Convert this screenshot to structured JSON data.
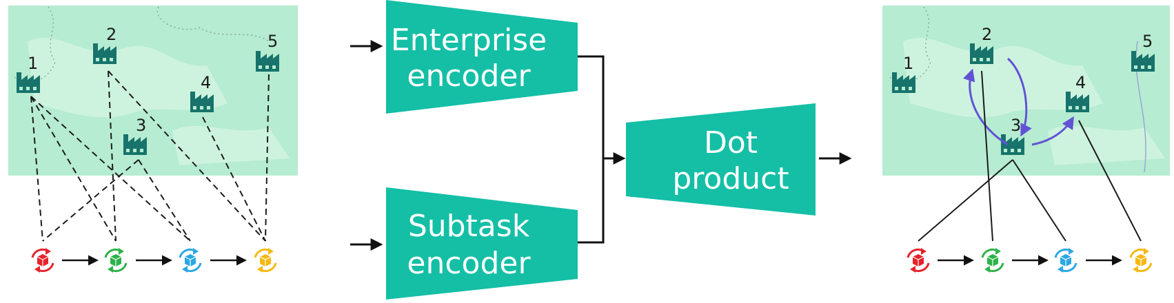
{
  "left_panel": {
    "factories": [
      {
        "label": "1"
      },
      {
        "label": "2"
      },
      {
        "label": "3"
      },
      {
        "label": "4"
      },
      {
        "label": "5"
      }
    ],
    "tasks": [
      {
        "icon": "red-box-cycle-icon",
        "color": "#e5232b"
      },
      {
        "icon": "green-box-cycle-icon",
        "color": "#2db24a"
      },
      {
        "icon": "blue-box-cycle-icon",
        "color": "#2ba7e3"
      },
      {
        "icon": "yellow-box-cycle-icon",
        "color": "#f6b812"
      }
    ]
  },
  "encoders": {
    "enterprise": {
      "line1": "Enterprise",
      "line2": "encoder"
    },
    "subtask": {
      "line1": "Subtask",
      "line2": "encoder"
    },
    "dot": {
      "line1": "Dot",
      "line2": "product"
    }
  },
  "right_panel": {
    "factories": [
      {
        "label": "1"
      },
      {
        "label": "2"
      },
      {
        "label": "3"
      },
      {
        "label": "4"
      },
      {
        "label": "5"
      }
    ]
  },
  "colors": {
    "map_bg": "#b6ecd1",
    "map_patch": "#cdf3de",
    "factory": "#17736b",
    "encoder": "#14bfa6",
    "arrow": "#111111",
    "cycle_arrow": "#6352d6"
  }
}
